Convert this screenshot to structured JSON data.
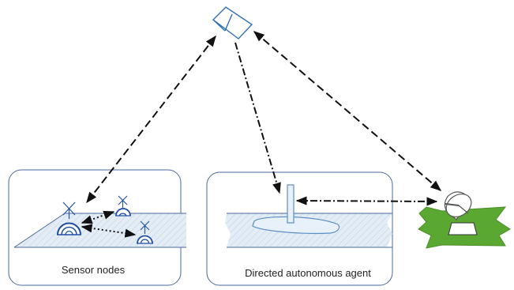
{
  "panels": [
    {
      "id": "sensor-nodes",
      "label": "Sensor nodes"
    },
    {
      "id": "directed-agent",
      "label": "Directed autonomous agent"
    }
  ],
  "icons": {
    "satellite": "satellite-icon",
    "ground_station": "satellite-dish-icon",
    "sensor_node": "sensor-node-icon",
    "agent": "autonomous-agent-icon"
  },
  "colors": {
    "panel_border": "#4a6a9a",
    "water_fill": "#dde8f2",
    "sensor_blue": "#1f4fa3",
    "ground_green": "#5aa832",
    "arrow": "#111111"
  }
}
